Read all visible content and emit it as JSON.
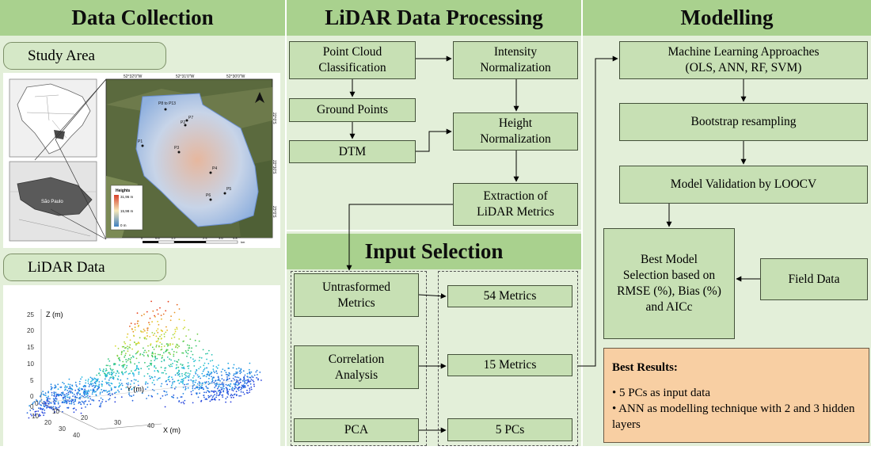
{
  "sections": {
    "data_collection": "Data Collection",
    "lidar_processing": "LiDAR Data Processing",
    "modelling": "Modelling",
    "input_selection": "Input Selection"
  },
  "data_collection": {
    "study_area_tab": "Study Area",
    "lidar_data_tab": "LiDAR Data",
    "map": {
      "lon_ticks": [
        "52°32'0\"W",
        "52°31'0\"W",
        "52°30'0\"W"
      ],
      "lat_ticks": [
        "22°0'S",
        "22°30'S",
        "23°0'S"
      ],
      "legend_title": "Heights",
      "legend_high": "31,96 m",
      "legend_mid": "15,98 m",
      "legend_low": "0 m",
      "plot_labels": [
        "P8 to P13",
        "P7",
        "P2",
        "P1",
        "P3",
        "P4",
        "P5",
        "P6"
      ],
      "inset_label": "São Paulo",
      "scale_values": [
        "0",
        "0.6",
        "1.2",
        "2.4",
        "3.6",
        "4.8"
      ],
      "scale_unit": "km"
    },
    "point_cloud": {
      "z_label": "Z (m)",
      "y_label": "Y (m)",
      "x_label": "X (m)",
      "z_ticks": [
        "25",
        "20",
        "15",
        "10",
        "5",
        "0"
      ],
      "y_ticks": [
        "0",
        "10",
        "20",
        "30",
        "40"
      ],
      "x_ticks": [
        "0",
        "10",
        "20",
        "30",
        "40"
      ]
    }
  },
  "processing": {
    "point_cloud_classification": "Point Cloud\nClassification",
    "intensity_normalization": "Intensity\nNormalization",
    "ground_points": "Ground Points",
    "height_normalization": "Height\nNormalization",
    "dtm": "DTM",
    "extraction_metrics": "Extraction of\nLiDAR Metrics"
  },
  "input_selection": {
    "untransformed": "Untrasformed\nMetrics",
    "metrics_54": "54 Metrics",
    "correlation": "Correlation\nAnalysis",
    "metrics_15": "15 Metrics",
    "pca": "PCA",
    "pcs_5": "5 PCs"
  },
  "modelling": {
    "ml_approaches": "Machine Learning Approaches\n(OLS, ANN, RF, SVM)",
    "bootstrap": "Bootstrap resampling",
    "validation": "Model Validation by LOOCV",
    "best_model": "Best Model\nSelection based on\nRMSE (%), Bias (%)\nand AICc",
    "field_data": "Field Data",
    "best_results_title": "Best Results:",
    "best_results_items": [
      "• 5 PCs as input data",
      "• ANN as modelling technique with 2 and 3 hidden layers"
    ]
  }
}
